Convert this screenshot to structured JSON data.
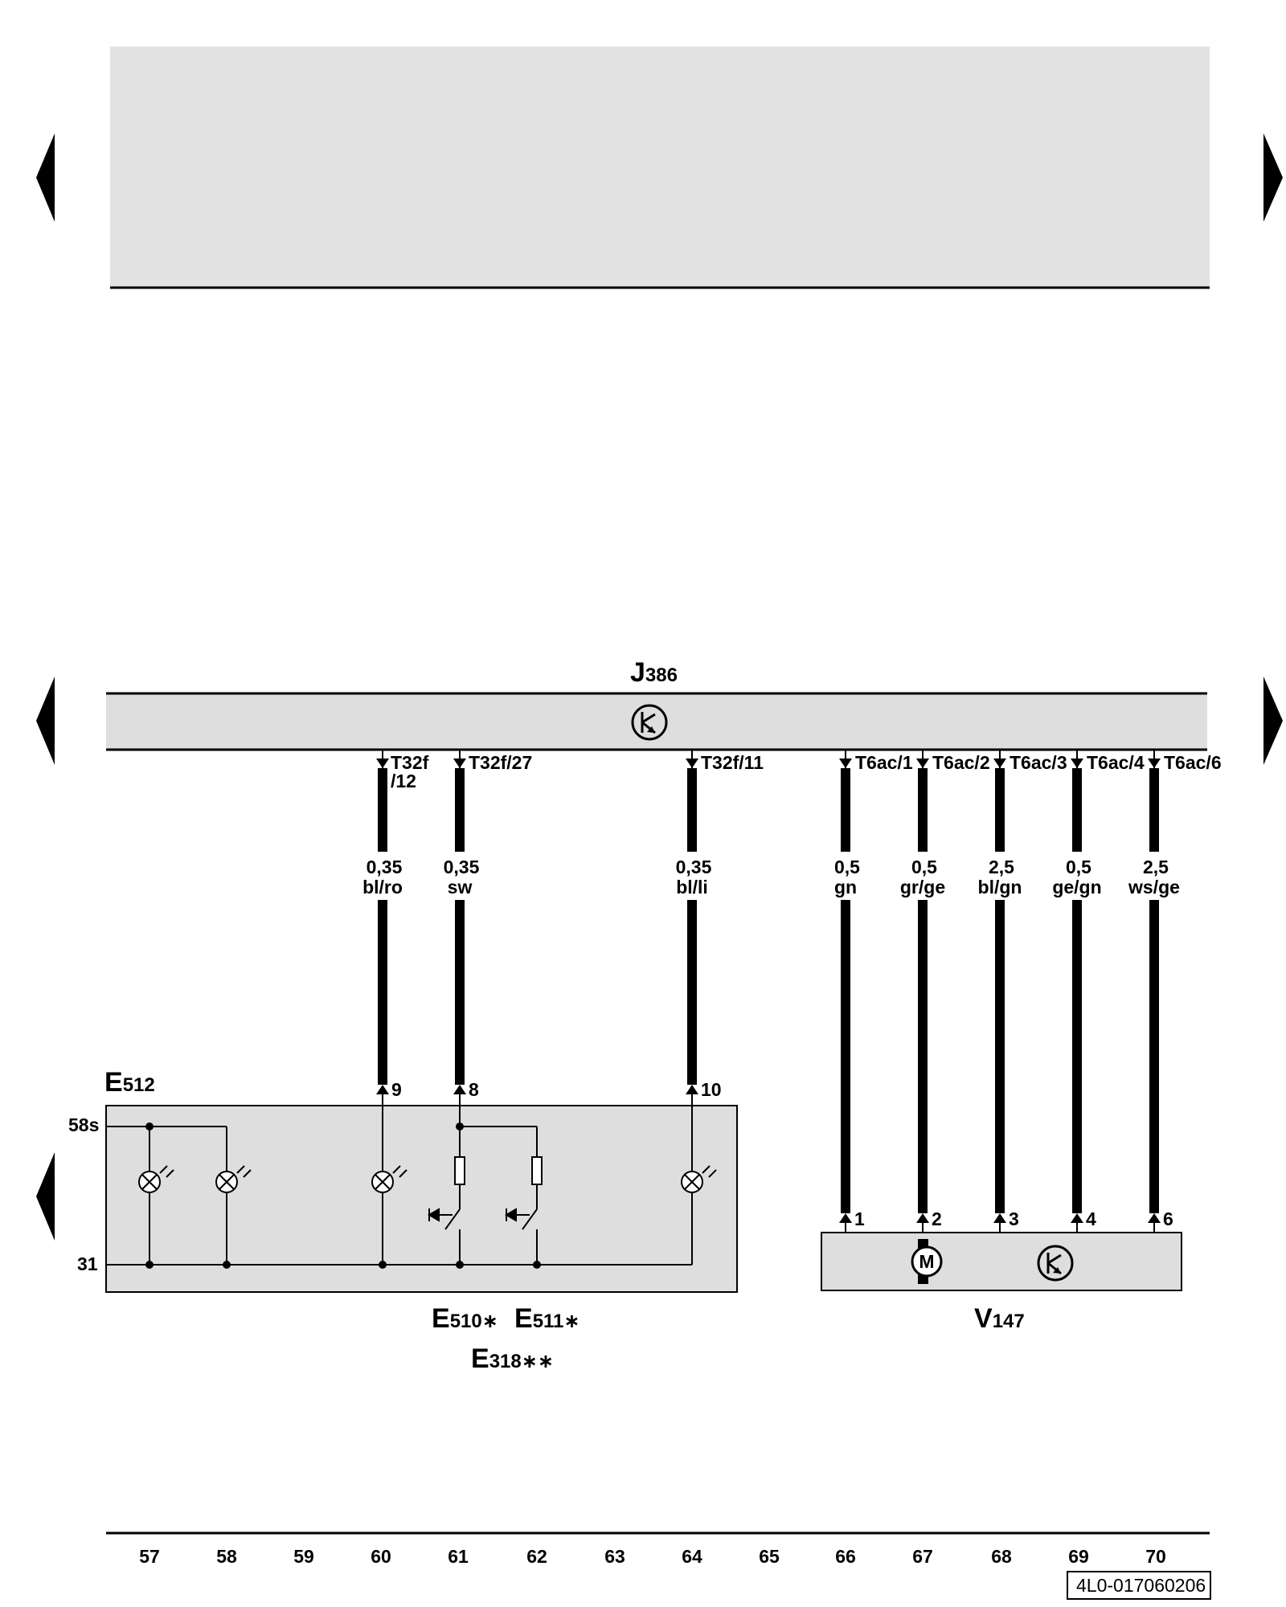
{
  "top_banner": {
    "color": "#e1e1e1"
  },
  "control_unit": {
    "name": "J",
    "sub": "386"
  },
  "module_labels": {
    "e512": {
      "name": "E",
      "sub": "512"
    },
    "e510": {
      "name": "E",
      "sub": "510",
      "mark": "∗"
    },
    "e511": {
      "name": "E",
      "sub": "511",
      "mark": "∗"
    },
    "e318": {
      "name": "E",
      "sub": "318",
      "mark": "∗∗"
    },
    "v147": {
      "name": "V",
      "sub": "147"
    }
  },
  "terminals": {
    "left_top": "58s",
    "left_bottom": "31"
  },
  "wires": [
    {
      "id": "w60",
      "pin_top": "T32f",
      "pin_top2": "/12",
      "size": "0,35",
      "color": "bl/ro",
      "pin_bottom": "9"
    },
    {
      "id": "w61",
      "pin_top": "T32f/27",
      "size": "0,35",
      "color": "sw",
      "pin_bottom": "8"
    },
    {
      "id": "w64",
      "pin_top": "T32f/11",
      "size": "0,35",
      "color": "bl/li",
      "pin_bottom": "10"
    },
    {
      "id": "w66",
      "pin_top": "T6ac/1",
      "size": "0,5",
      "color": "gn",
      "pin_bottom": "1"
    },
    {
      "id": "w67",
      "pin_top": "T6ac/2",
      "size": "0,5",
      "color": "gr/ge",
      "pin_bottom": "2"
    },
    {
      "id": "w68",
      "pin_top": "T6ac/3",
      "size": "2,5",
      "color": "bl/gn",
      "pin_bottom": "3"
    },
    {
      "id": "w69",
      "pin_top": "T6ac/4",
      "size": "0,5",
      "color": "ge/gn",
      "pin_bottom": "4"
    },
    {
      "id": "w70",
      "pin_top": "T6ac/6",
      "size": "2,5",
      "color": "ws/ge",
      "pin_bottom": "6"
    }
  ],
  "motor_label": "M",
  "columns": [
    "57",
    "58",
    "59",
    "60",
    "61",
    "62",
    "63",
    "64",
    "65",
    "66",
    "67",
    "68",
    "69",
    "70"
  ],
  "diagram_code": "4L0-017060206",
  "colors": {
    "box_fill": "#dedede",
    "line": "#000000"
  }
}
